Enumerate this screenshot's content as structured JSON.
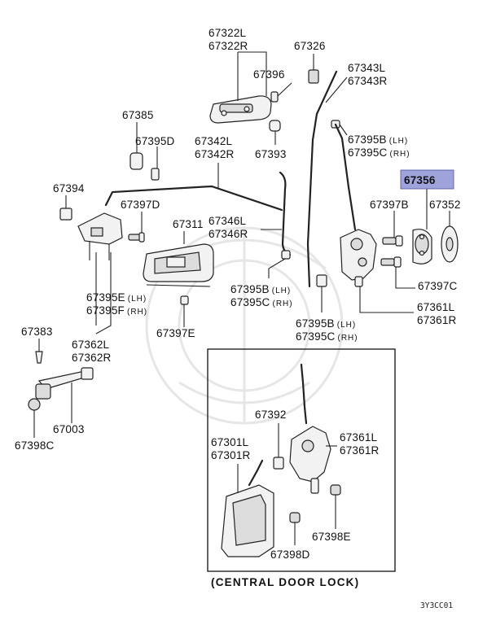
{
  "labels": {
    "p67322": [
      "67322L",
      "67322R"
    ],
    "p67326": "67326",
    "p67343": [
      "67343L",
      "67343R"
    ],
    "p67396": "67396",
    "p67385": "67385",
    "p67395D": "67395D",
    "p67342": [
      "67342L",
      "67342R"
    ],
    "p67393": "67393",
    "p67395BC_top": {
      "b": "67395B",
      "b_side": "(LH)",
      "c": "67395C",
      "c_side": "(RH)"
    },
    "p67356": "67356",
    "p67394": "67394",
    "p67397D": "67397D",
    "p67311": "67311",
    "p67346": [
      "67346L",
      "67346R"
    ],
    "p67397B": "67397B",
    "p67352": "67352",
    "p67397C": "67397C",
    "p67395BC_mid": {
      "b": "67395B",
      "b_side": "(LH)",
      "c": "67395C",
      "c_side": "(RH)"
    },
    "p67395EF": {
      "e": "67395E",
      "e_side": "(LH)",
      "f": "67395F",
      "f_side": "(RH)"
    },
    "p67361_top": [
      "67361L",
      "67361R"
    ],
    "p67395BC_low": {
      "b": "67395B",
      "b_side": "(LH)",
      "c": "67395C",
      "c_side": "(RH)"
    },
    "p67397E": "67397E",
    "p67383": "67383",
    "p67362": [
      "67362L",
      "67362R"
    ],
    "p67392": "67392",
    "p67361_box": [
      "67361L",
      "67361R"
    ],
    "p67301": [
      "67301L",
      "67301R"
    ],
    "p67003": "67003",
    "p67398C": "67398C",
    "p67398E": "67398E",
    "p67398D": "67398D"
  },
  "central_box_title": "(CENTRAL DOOR LOCK)",
  "figure_code": "3Y3CC01",
  "highlight_color": "#9fa3dc"
}
